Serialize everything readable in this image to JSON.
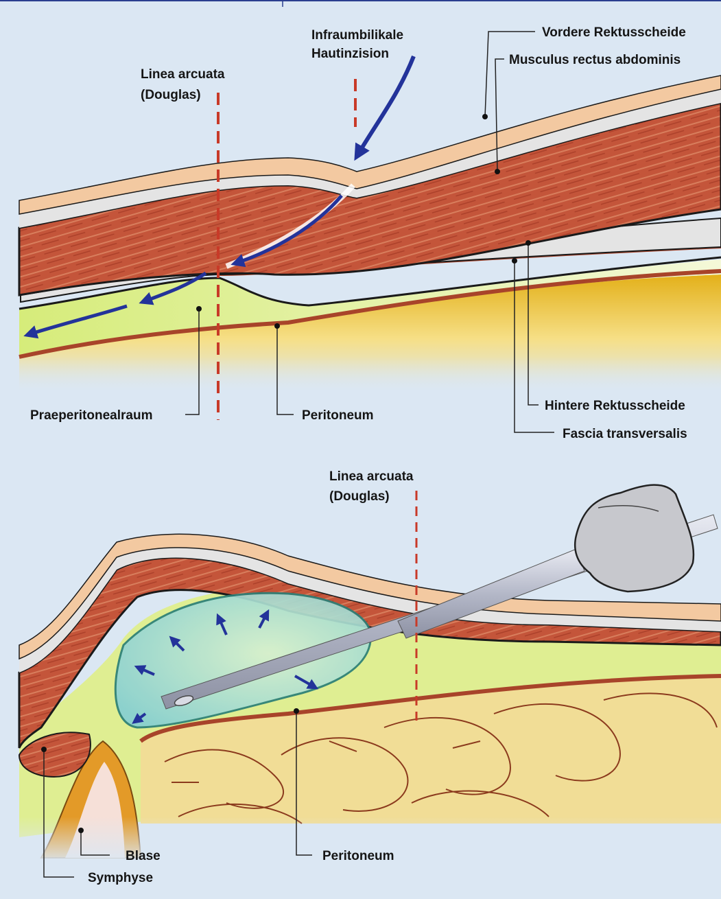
{
  "labels": {
    "vordere_rektusscheide": "Vordere Rektusscheide",
    "musculus_rectus": "Musculus rectus abdominis",
    "infraumbilikale_line1": "Infraumbilikale",
    "infraumbilikale_line2": "Hautinzision",
    "linea_arcuata_top_line1": "Linea arcuata",
    "linea_arcuata_top_line2": "(Douglas)",
    "praeperitonealraum": "Praeperitonealraum",
    "peritoneum_top": "Peritoneum",
    "hintere_rektusscheide": "Hintere Rektusscheide",
    "fascia_transversalis": "Fascia transversalis",
    "linea_arcuata_bottom_line1": "Linea arcuata",
    "linea_arcuata_bottom_line2": "(Douglas)",
    "blase": "Blase",
    "symphyse": "Symphyse",
    "peritoneum_bottom": "Peritoneum"
  },
  "colors": {
    "background": "#dbe7f3",
    "skin": "#f3c9a1",
    "fascia": "#e6e6e6",
    "muscle": "#c8583a",
    "preperitoneal": "#edf5b8",
    "peritoneum_line": "#a8442a",
    "abdomen_fill": "#e6b820",
    "dashed_line": "#c83a28",
    "arrow_blue": "#23339a",
    "balloon": "#9fd9cf",
    "instrument": "#b9bcc8"
  }
}
